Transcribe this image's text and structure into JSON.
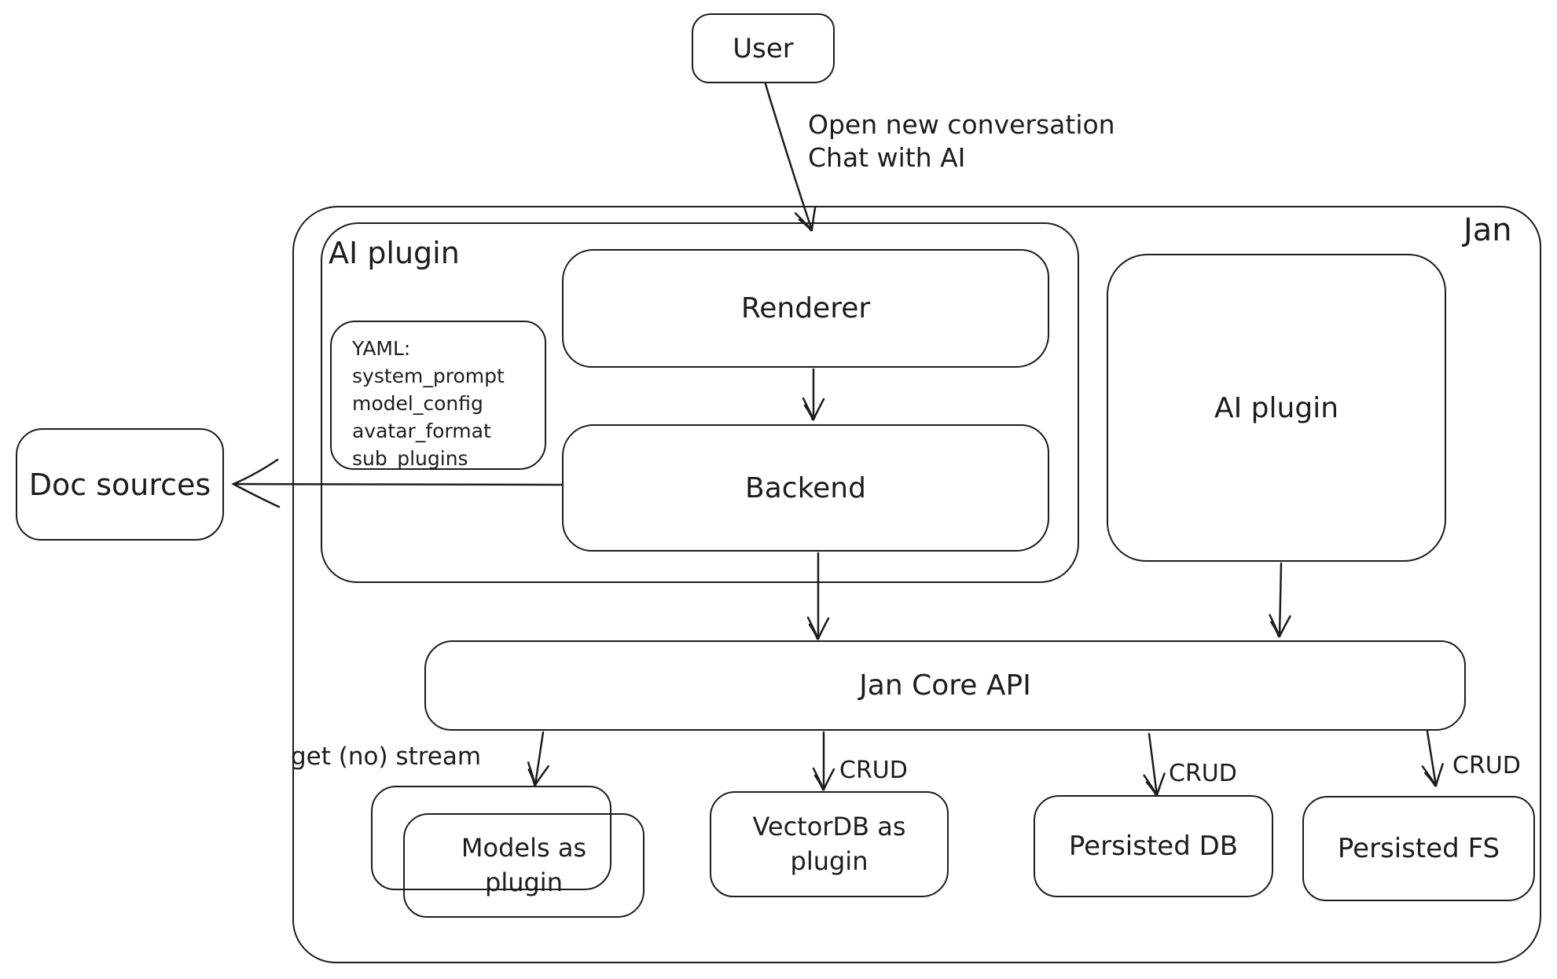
{
  "canvas": {
    "background": "#ffffff",
    "ink": "#1d1d1d"
  },
  "nodes": {
    "user": {
      "label": "User"
    },
    "jan_container": {
      "label": "Jan"
    },
    "ai_plugin_group": {
      "label": "AI plugin"
    },
    "renderer": {
      "label": "Renderer"
    },
    "yaml_note": {
      "text": "YAML:\nsystem_prompt\nmodel_config\navatar_format\nsub_plugins"
    },
    "backend": {
      "label": "Backend"
    },
    "ai_plugin_right": {
      "label": "AI plugin"
    },
    "doc_sources": {
      "label": "Doc sources"
    },
    "jan_core_api": {
      "label": "Jan Core API"
    },
    "models_plugin": {
      "label": "Models as\nplugin"
    },
    "vectordb_plugin": {
      "label": "VectorDB as\nplugin"
    },
    "persisted_db": {
      "label": "Persisted DB"
    },
    "persisted_fs": {
      "label": "Persisted FS"
    }
  },
  "edge_labels": {
    "user_flow": "Open new conversation\nChat with AI",
    "get_stream": "get (no) stream",
    "crud_vectordb": "CRUD",
    "crud_persisted_db": "CRUD",
    "crud_persisted_fs": "CRUD"
  }
}
